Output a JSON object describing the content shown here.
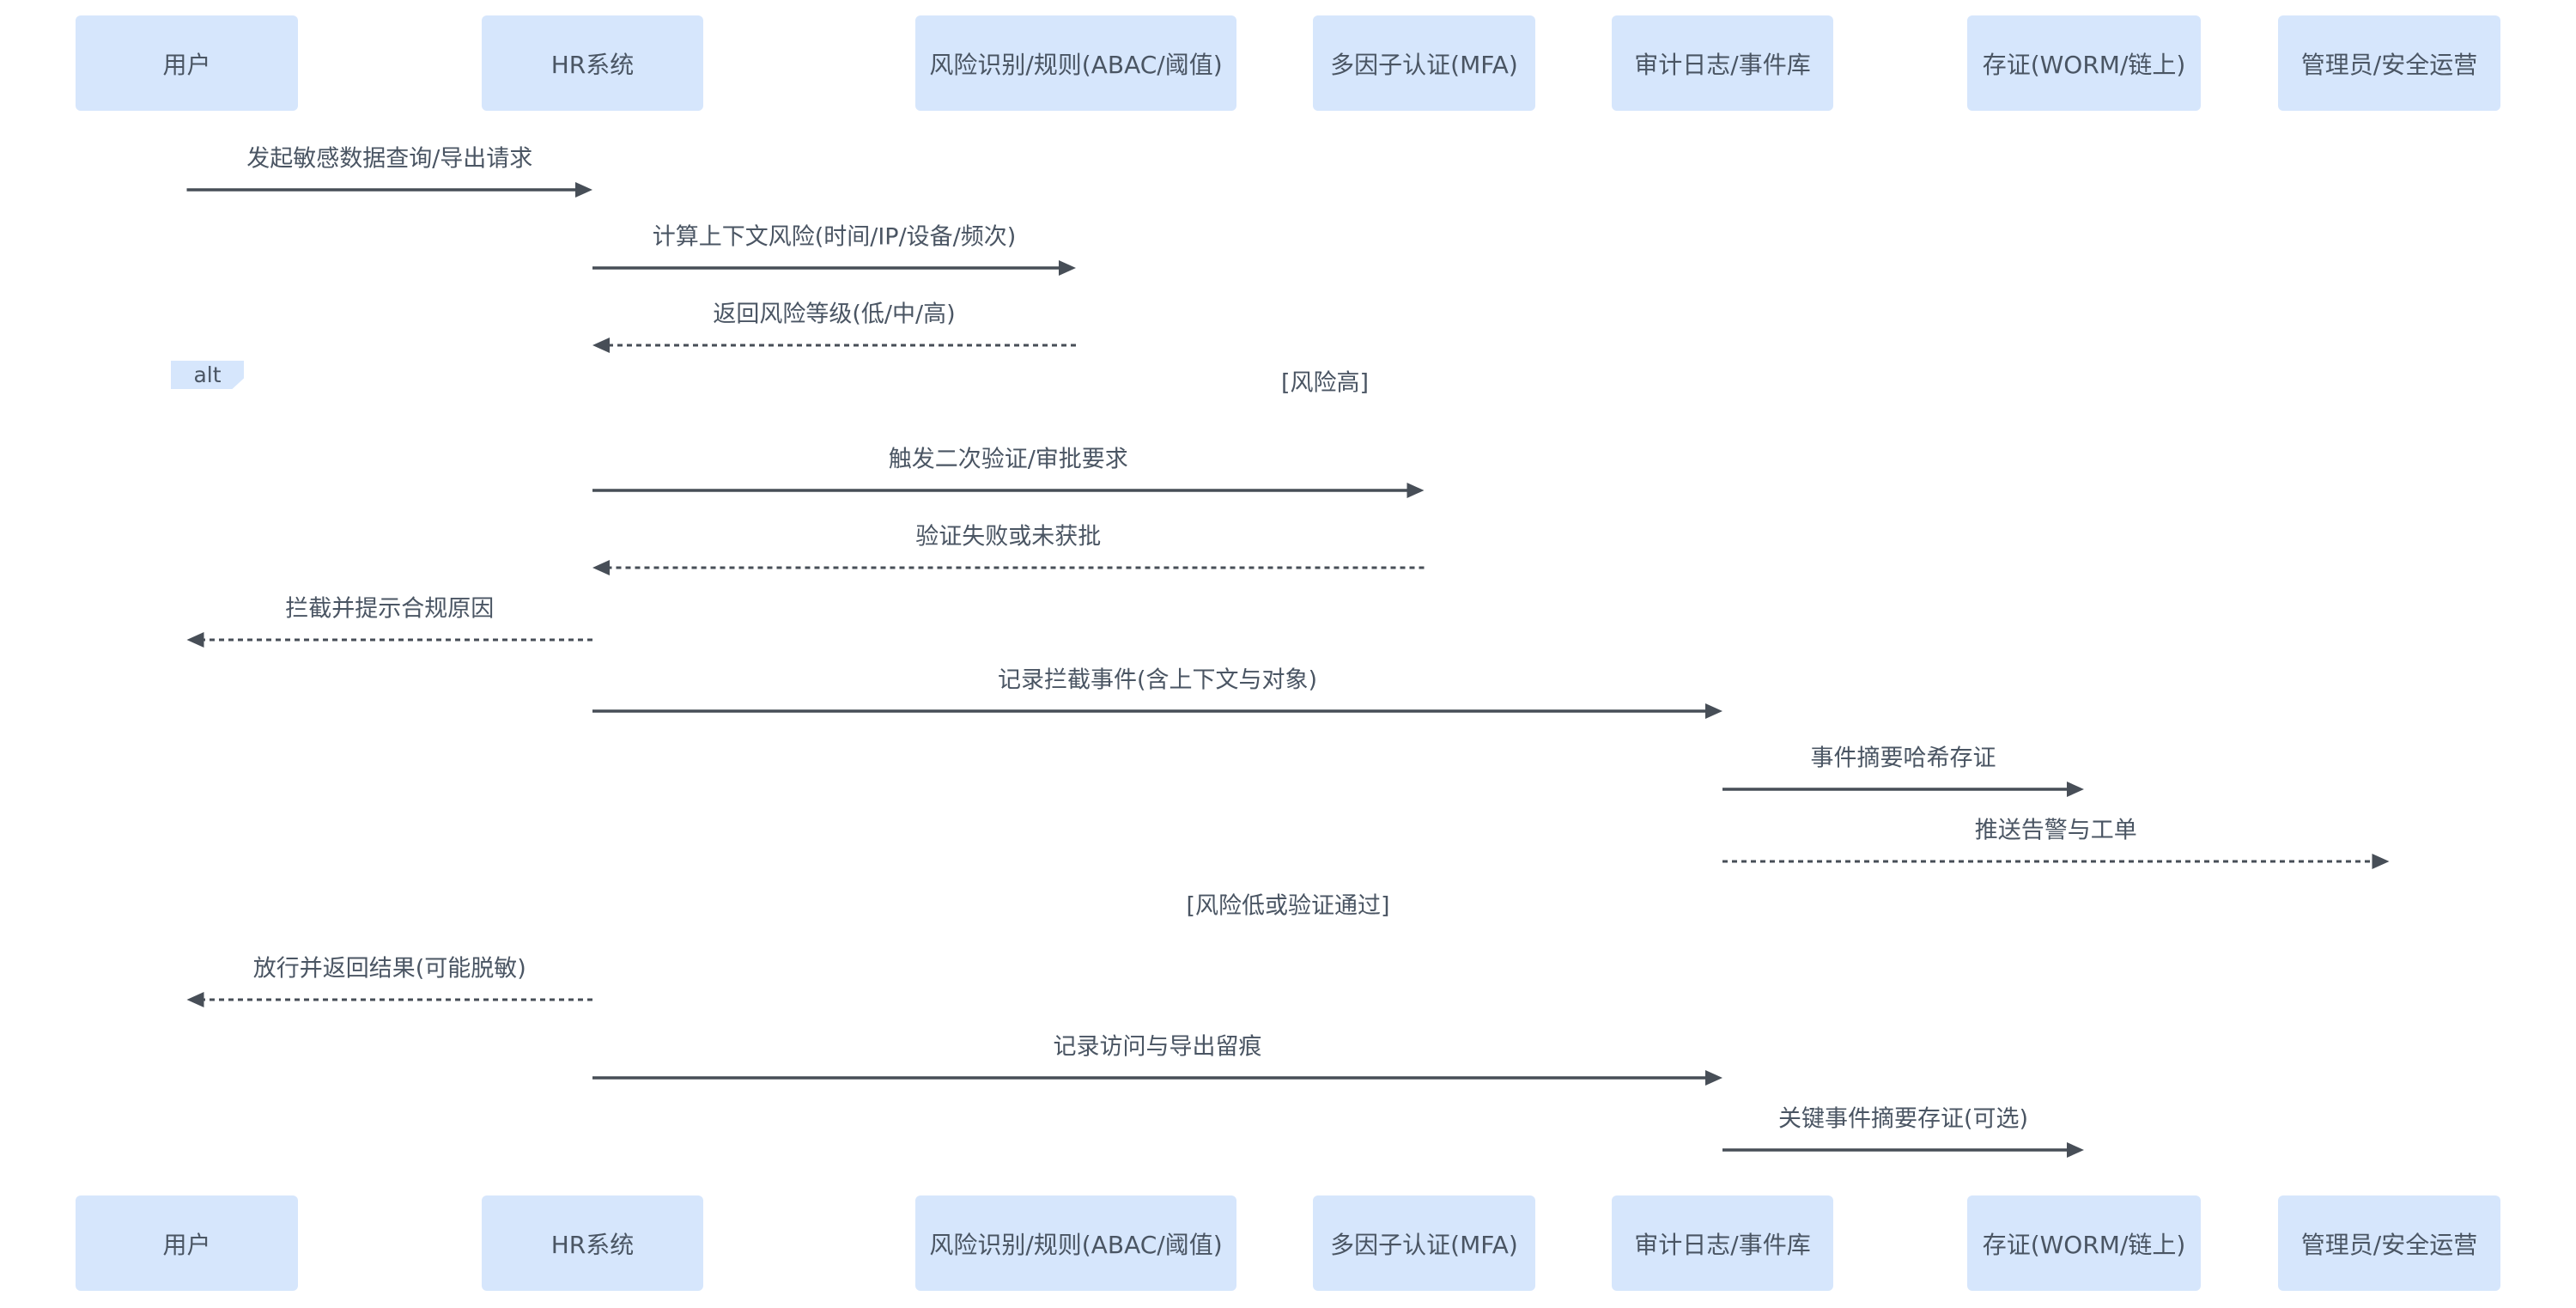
{
  "participants": [
    {
      "id": "user",
      "label": "用户"
    },
    {
      "id": "hr",
      "label": "HR系统"
    },
    {
      "id": "risk",
      "label": "风险识别/规则(ABAC/阈值)"
    },
    {
      "id": "mfa",
      "label": "多因子认证(MFA)"
    },
    {
      "id": "audit",
      "label": "审计日志/事件库"
    },
    {
      "id": "evidence",
      "label": "存证(WORM/链上)"
    },
    {
      "id": "admin",
      "label": "管理员/安全运营"
    }
  ],
  "messages": [
    {
      "from": "user",
      "to": "hr",
      "label": "发起敏感数据查询/导出请求",
      "style": "solid"
    },
    {
      "from": "hr",
      "to": "risk",
      "label": "计算上下文风险(时间/IP/设备/频次)",
      "style": "solid"
    },
    {
      "from": "risk",
      "to": "hr",
      "label": "返回风险等级(低/中/高)",
      "style": "dashed"
    },
    {
      "from": "hr",
      "to": "mfa",
      "label": "触发二次验证/审批要求",
      "style": "solid"
    },
    {
      "from": "mfa",
      "to": "hr",
      "label": "验证失败或未获批",
      "style": "dashed"
    },
    {
      "from": "hr",
      "to": "user",
      "label": "拦截并提示合规原因",
      "style": "dashed"
    },
    {
      "from": "hr",
      "to": "audit",
      "label": "记录拦截事件(含上下文与对象)",
      "style": "solid"
    },
    {
      "from": "audit",
      "to": "evidence",
      "label": "事件摘要哈希存证",
      "style": "solid"
    },
    {
      "from": "audit",
      "to": "admin",
      "label": "推送告警与工单",
      "style": "dashed"
    },
    {
      "from": "hr",
      "to": "user",
      "label": "放行并返回结果(可能脱敏)",
      "style": "dashed"
    },
    {
      "from": "hr",
      "to": "audit",
      "label": "记录访问与导出留痕",
      "style": "solid"
    },
    {
      "from": "audit",
      "to": "evidence",
      "label": "关键事件摘要存证(可选)",
      "style": "solid"
    }
  ],
  "fragment": {
    "type": "alt",
    "label": "alt",
    "conditions": [
      "[风险高]",
      "[风险低或验证通过]"
    ]
  },
  "colors": {
    "actor_fill": "#d6e6fc",
    "text": "#4a5563",
    "arrow": "#474e57"
  }
}
